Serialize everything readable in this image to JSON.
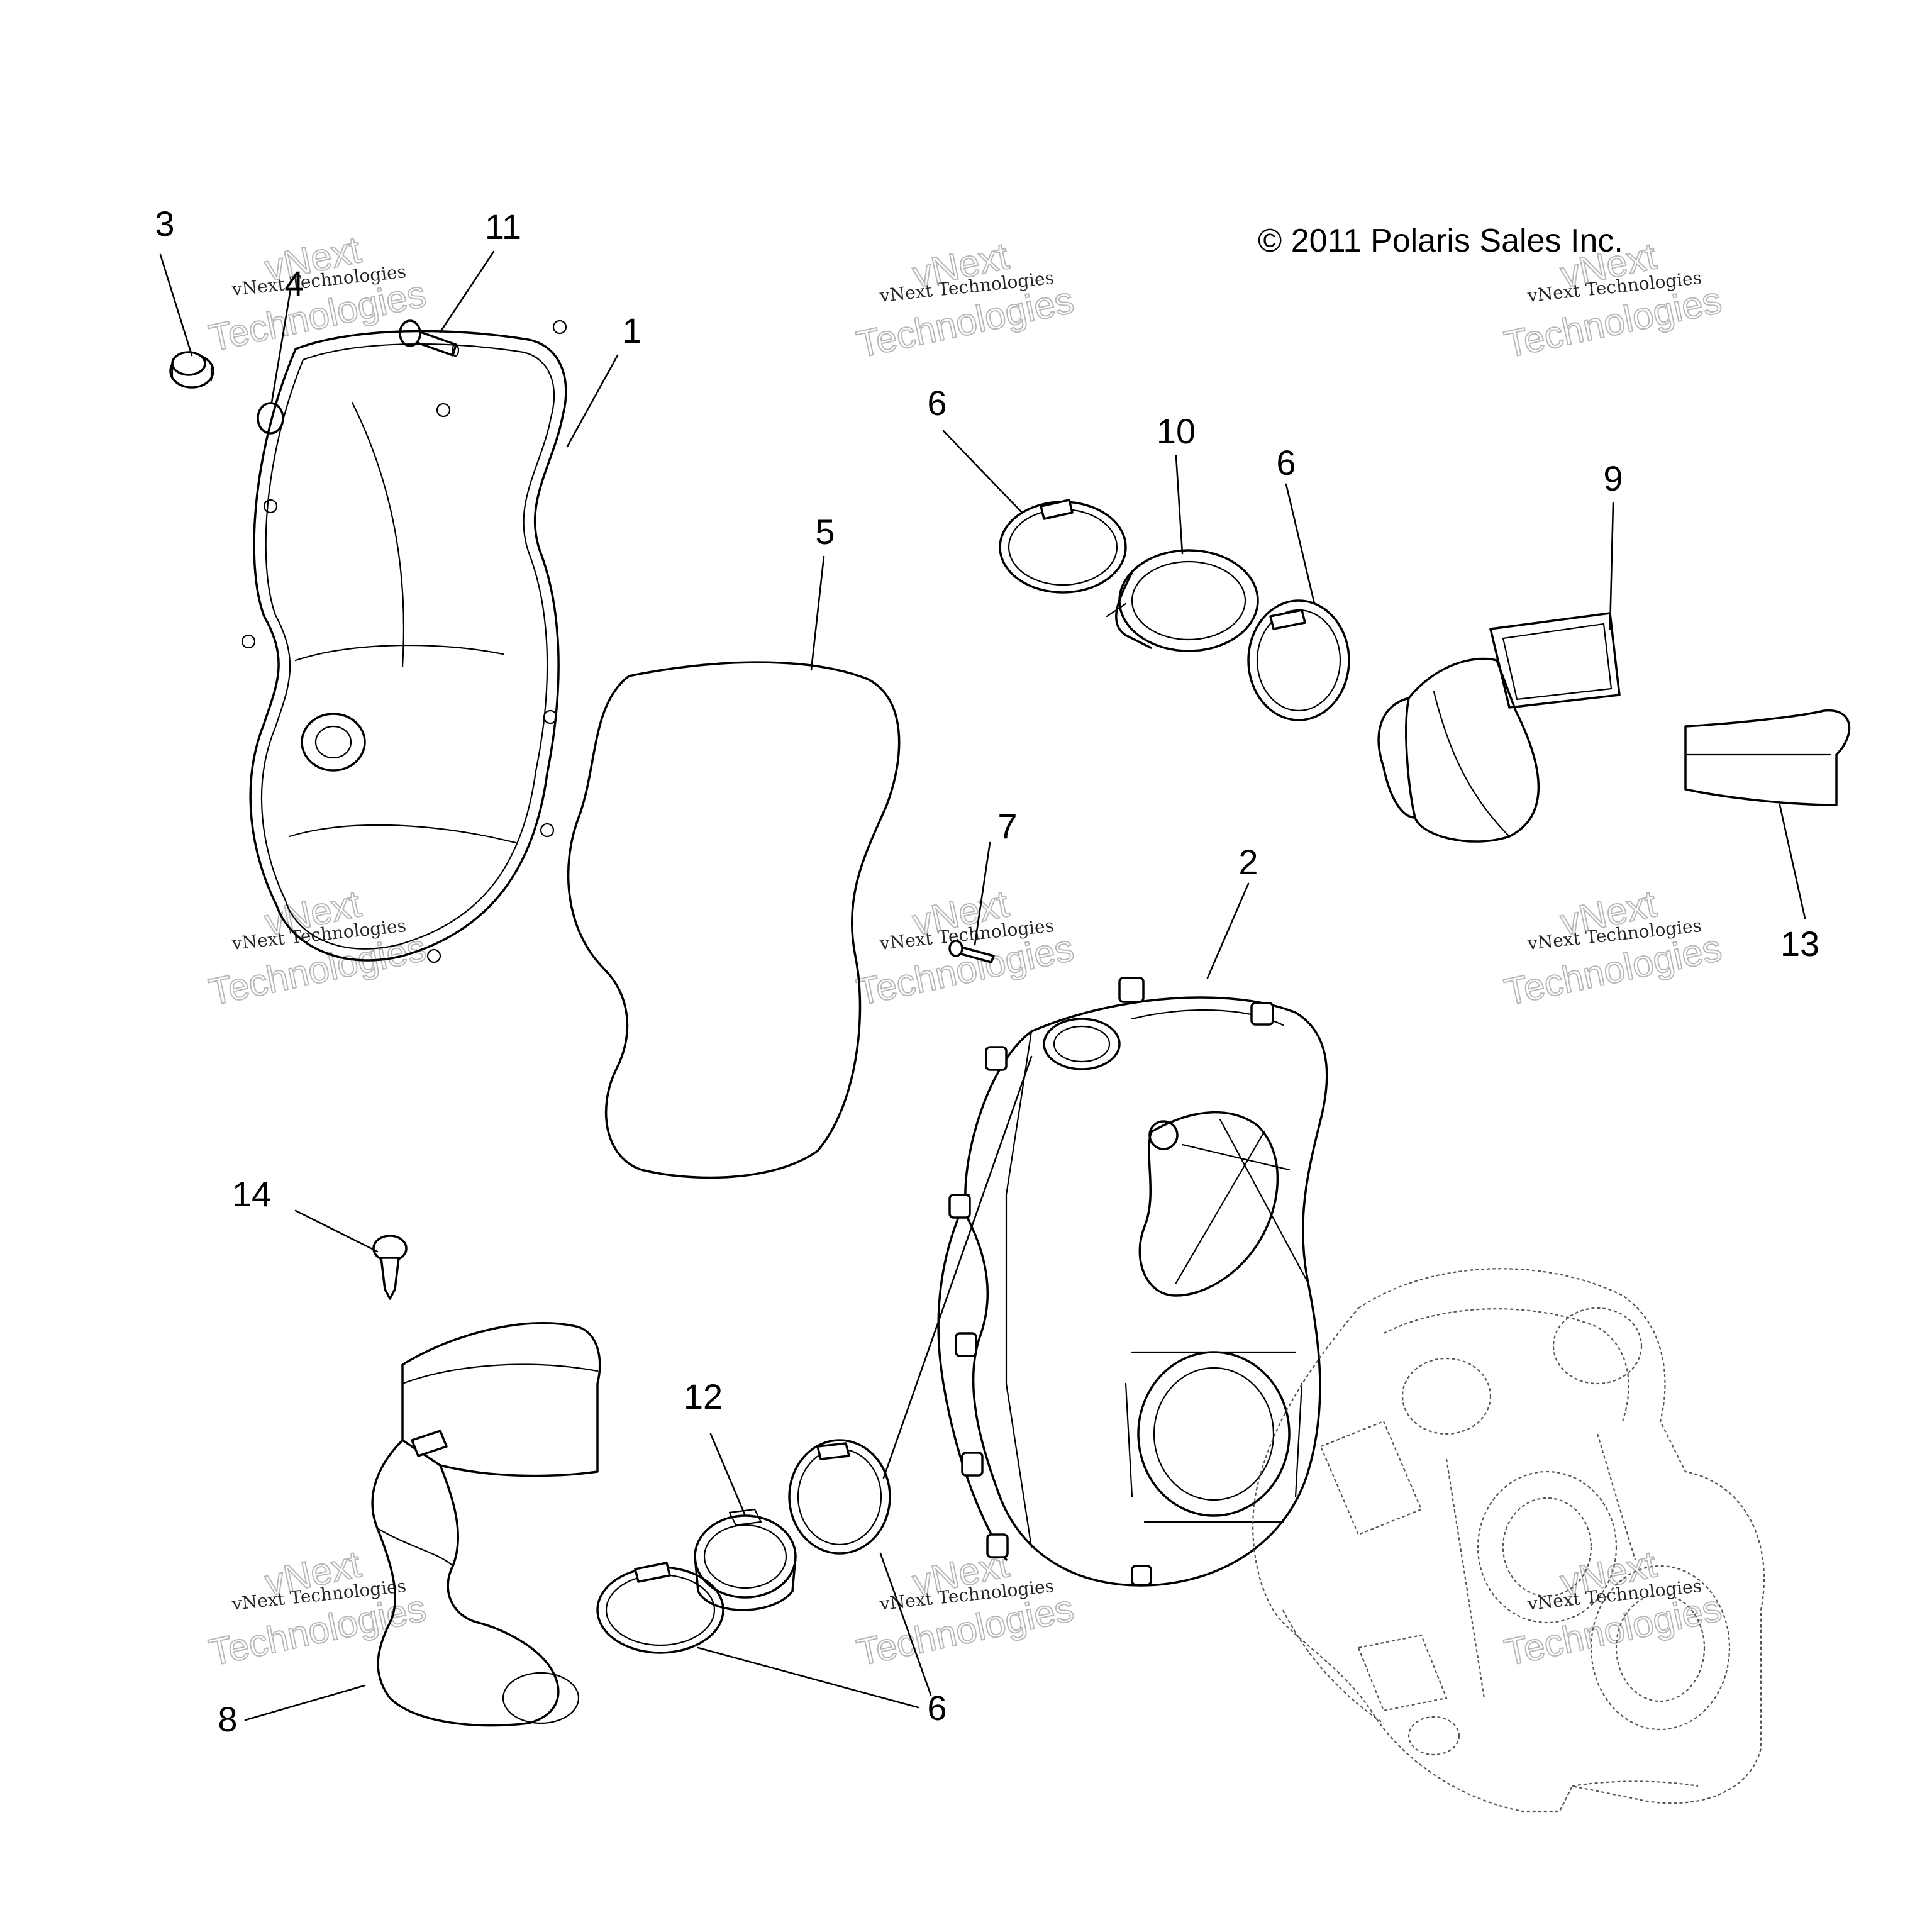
{
  "copyright": "© 2011 Polaris Sales Inc.",
  "watermark": {
    "line1": "vNext Technologies",
    "line2": "vNext",
    "line3": "Technologies"
  },
  "callouts": {
    "c1": "1",
    "c2": "2",
    "c3": "3",
    "c4": "4",
    "c5": "5",
    "c6a": "6",
    "c6b": "6",
    "c6c": "6",
    "c7": "7",
    "c8": "8",
    "c9": "9",
    "c10": "10",
    "c11": "11",
    "c12": "12",
    "c13": "13",
    "c14": "14"
  }
}
